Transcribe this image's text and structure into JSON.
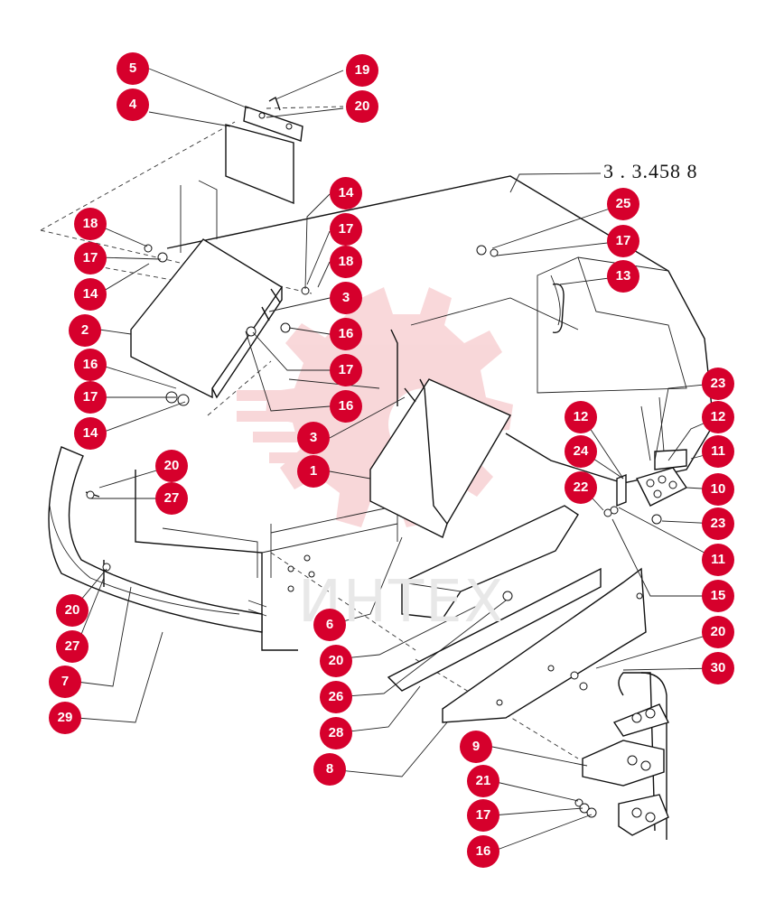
{
  "diagram": {
    "reference_code": "3 . 3.458 8",
    "watermark_text": "ИНТЕХ",
    "colors": {
      "callout": "#d6002c",
      "callout_text": "#ffffff",
      "watermark": "#f2b8b8"
    },
    "callouts": [
      {
        "id": "c5",
        "label": "5"
      },
      {
        "id": "c19",
        "label": "19"
      },
      {
        "id": "c4",
        "label": "4"
      },
      {
        "id": "c20a",
        "label": "20"
      },
      {
        "id": "c14a",
        "label": "14"
      },
      {
        "id": "c17a",
        "label": "17"
      },
      {
        "id": "c18a",
        "label": "18"
      },
      {
        "id": "c18b",
        "label": "18"
      },
      {
        "id": "c17b",
        "label": "17"
      },
      {
        "id": "c14b",
        "label": "14"
      },
      {
        "id": "c2",
        "label": "2"
      },
      {
        "id": "c3a",
        "label": "3"
      },
      {
        "id": "c16a",
        "label": "16"
      },
      {
        "id": "c17c",
        "label": "17"
      },
      {
        "id": "c16b",
        "label": "16"
      },
      {
        "id": "c16c",
        "label": "16"
      },
      {
        "id": "c17d",
        "label": "17"
      },
      {
        "id": "c14c",
        "label": "14"
      },
      {
        "id": "c3b",
        "label": "3"
      },
      {
        "id": "c1",
        "label": "1"
      },
      {
        "id": "c20b",
        "label": "20"
      },
      {
        "id": "c27a",
        "label": "27"
      },
      {
        "id": "c25",
        "label": "25"
      },
      {
        "id": "c17e",
        "label": "17"
      },
      {
        "id": "c13",
        "label": "13"
      },
      {
        "id": "c23a",
        "label": "23"
      },
      {
        "id": "c12a",
        "label": "12"
      },
      {
        "id": "c12b",
        "label": "12"
      },
      {
        "id": "c24",
        "label": "24"
      },
      {
        "id": "c11a",
        "label": "11"
      },
      {
        "id": "c10",
        "label": "10"
      },
      {
        "id": "c22",
        "label": "22"
      },
      {
        "id": "c23b",
        "label": "23"
      },
      {
        "id": "c11b",
        "label": "11"
      },
      {
        "id": "c15",
        "label": "15"
      },
      {
        "id": "c20c",
        "label": "20"
      },
      {
        "id": "c27b",
        "label": "27"
      },
      {
        "id": "c7",
        "label": "7"
      },
      {
        "id": "c29",
        "label": "29"
      },
      {
        "id": "c6",
        "label": "6"
      },
      {
        "id": "c20d",
        "label": "20"
      },
      {
        "id": "c26",
        "label": "26"
      },
      {
        "id": "c28",
        "label": "28"
      },
      {
        "id": "c8",
        "label": "8"
      },
      {
        "id": "c20e",
        "label": "20"
      },
      {
        "id": "c30",
        "label": "30"
      },
      {
        "id": "c9",
        "label": "9"
      },
      {
        "id": "c21",
        "label": "21"
      },
      {
        "id": "c17f",
        "label": "17"
      },
      {
        "id": "c16d",
        "label": "16"
      }
    ]
  }
}
